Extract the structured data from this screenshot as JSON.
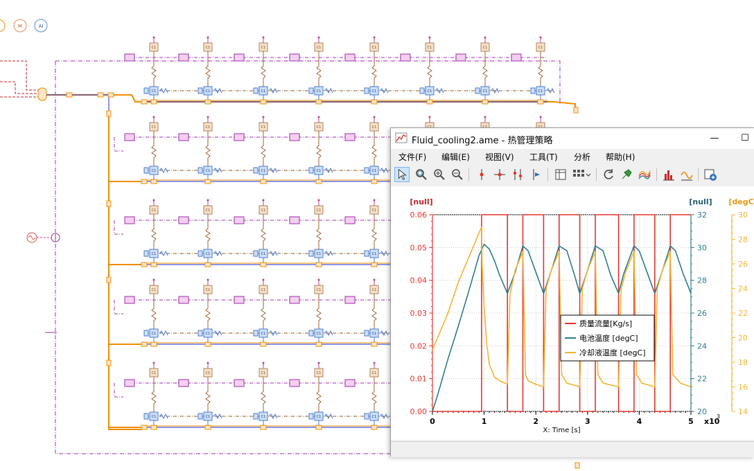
{
  "window": {
    "title": "Fluid_cooling2.ame - 热管理策略",
    "minimize_label": "—",
    "maximize_label": "☐"
  },
  "menu": [
    {
      "label": "文件(F)"
    },
    {
      "label": "编辑(E)"
    },
    {
      "label": "视图(V)"
    },
    {
      "label": "工具(T)"
    },
    {
      "label": "分析"
    },
    {
      "label": "帮助(H)"
    }
  ],
  "toolbar": {
    "icons": [
      "select-arrow-icon",
      "zoom-area-icon",
      "zoom-in-icon",
      "zoom-out-icon",
      "cursor-icon",
      "crosshair-icon",
      "dual-cursor-icon",
      "play-cursor-icon",
      "table-icon",
      "grid-layout-icon",
      "refresh-icon",
      "pin-icon",
      "curves-icon",
      "histogram-icon",
      "function-icon",
      "add-plot-icon"
    ]
  },
  "background_labels": {
    "top_circles": [
      "M",
      "AI"
    ],
    "component_label": "C1"
  },
  "colors": {
    "red": "#e8302a",
    "teal": "#2b7a8f",
    "orange": "#f4b330",
    "schematic_purple": "#9b2fae",
    "schematic_blue": "#1a2bd6",
    "schematic_orange": "#f08c00"
  },
  "chart_data": {
    "type": "line",
    "xlabel": "X: Time [s]",
    "x_multiplier": "x10",
    "x_multiplier_exp": "3",
    "xlim": [
      0,
      5
    ],
    "x_ticks": [
      "0",
      "1",
      "2",
      "3",
      "4",
      "5"
    ],
    "axes": [
      {
        "id": "left",
        "unit": "[null]",
        "ylim": [
          0,
          0.06
        ],
        "ticks": [
          "0.00",
          "0.01",
          "0.02",
          "0.03",
          "0.04",
          "0.05",
          "0.06"
        ],
        "color": "#e8302a"
      },
      {
        "id": "right1",
        "unit": "[null]",
        "ylim": [
          20,
          32
        ],
        "ticks": [
          "20",
          "22",
          "24",
          "26",
          "28",
          "30",
          "32"
        ],
        "color": "#2b7a8f"
      },
      {
        "id": "right2",
        "unit": "[degC]",
        "ylim": [
          14,
          30
        ],
        "ticks": [
          "14",
          "16",
          "18",
          "20",
          "22",
          "24",
          "26",
          "28",
          "30"
        ],
        "color": "#f4b330"
      }
    ],
    "legend_position": "center",
    "series": [
      {
        "name": "质量流量[Kg/s]",
        "axis": "left",
        "color": "#e8302a",
        "x": [
          0,
          0.95,
          0.95,
          1.45,
          1.45,
          1.75,
          1.75,
          2.15,
          2.15,
          2.45,
          2.45,
          2.85,
          2.85,
          3.15,
          3.15,
          3.6,
          3.6,
          3.9,
          3.9,
          4.3,
          4.3,
          4.6,
          4.6,
          5.0
        ],
        "y": [
          0,
          0,
          0.06,
          0.06,
          0,
          0,
          0.06,
          0.06,
          0,
          0,
          0.06,
          0.06,
          0,
          0,
          0.06,
          0.06,
          0,
          0,
          0.06,
          0.06,
          0,
          0,
          0.06,
          0.06
        ]
      },
      {
        "name": "电池温度 [degC]",
        "axis": "right1",
        "color": "#2b7a8f",
        "x": [
          0,
          0.1,
          0.3,
          0.5,
          0.7,
          0.9,
          1.0,
          1.1,
          1.2,
          1.3,
          1.45,
          1.6,
          1.75,
          1.85,
          2.0,
          2.15,
          2.3,
          2.45,
          2.6,
          2.75,
          2.85,
          3.0,
          3.15,
          3.3,
          3.45,
          3.6,
          3.7,
          3.9,
          4.0,
          4.15,
          4.3,
          4.45,
          4.6,
          4.7,
          4.85,
          5.0
        ],
        "y": [
          20,
          21.0,
          23.2,
          25.2,
          27.3,
          29.5,
          30.2,
          29.9,
          29.2,
          28.3,
          27.2,
          28.5,
          30.1,
          29.8,
          28.5,
          27.2,
          28.6,
          30.1,
          29.8,
          28.3,
          27.2,
          28.6,
          30.1,
          29.8,
          28.3,
          27.2,
          28.4,
          30.1,
          29.8,
          28.5,
          27.2,
          28.6,
          30.1,
          29.8,
          28.4,
          27.2
        ]
      },
      {
        "name": "冷却液温度 [degC]",
        "axis": "right2",
        "color": "#f4b330",
        "x": [
          0,
          0.1,
          0.3,
          0.5,
          0.7,
          0.9,
          0.95,
          0.96,
          1.0,
          1.05,
          1.1,
          1.2,
          1.3,
          1.45,
          1.5,
          1.6,
          1.75,
          1.8,
          1.85,
          2.0,
          2.15,
          2.2,
          2.3,
          2.45,
          2.5,
          2.6,
          2.85,
          2.9,
          3.0,
          3.15,
          3.2,
          3.3,
          3.6,
          3.65,
          3.75,
          3.9,
          3.95,
          4.05,
          4.3,
          4.35,
          4.45,
          4.6,
          4.65,
          4.8,
          5.0
        ],
        "y": [
          19.0,
          20.0,
          22.0,
          24.5,
          26.5,
          28.5,
          29.0,
          26.0,
          22.5,
          19.5,
          17.8,
          16.8,
          16.5,
          16.2,
          23.5,
          25.5,
          27.0,
          17.0,
          16.5,
          16.2,
          16.0,
          24.0,
          25.5,
          27.0,
          17.0,
          16.3,
          16.0,
          24.0,
          25.5,
          27.0,
          17.0,
          16.3,
          16.0,
          24.0,
          25.5,
          27.0,
          17.0,
          16.3,
          16.0,
          24.0,
          25.5,
          27.0,
          17.0,
          16.3,
          16.0
        ]
      }
    ]
  }
}
